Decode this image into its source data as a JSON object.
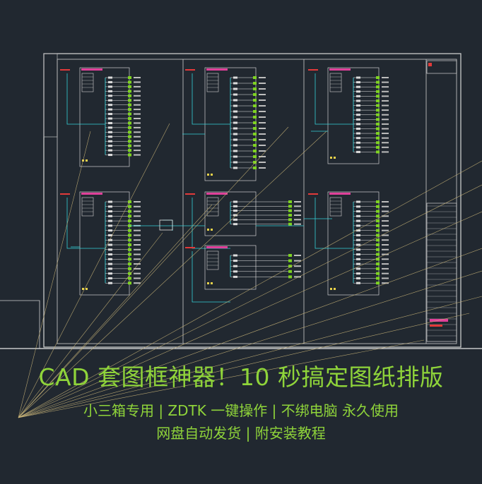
{
  "headline": {
    "title": "CAD 套图框神器！10 秒搞定图纸排版",
    "subtitle_1": "小三箱专用 | ZDTK 一键操作 | 不绑电脑 永久使用",
    "subtitle_2": "网盘自动发货 | 附安装教程"
  },
  "colors": {
    "background": "#212830",
    "frame": "#e8e8e8",
    "cyan_wire": "#35d0d8",
    "green_marks": "#7ed321",
    "magenta_label": "#e0409a",
    "red_label": "#e23a3a",
    "leader_lines": "#cdb87a",
    "headline_text": "#8fd43a"
  },
  "drawing": {
    "panel_count": 7,
    "description_icons": [
      "distribution-panel-icon",
      "title-block-icon"
    ]
  }
}
